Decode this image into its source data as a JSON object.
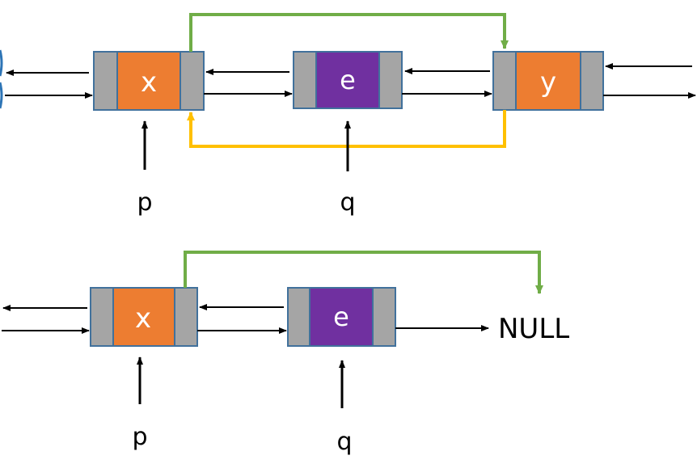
{
  "colors": {
    "node_orange": "#ED7D31",
    "node_purple": "#7030A0",
    "pointer_cell": "#A5A5A5",
    "cell_border": "#41719C",
    "green_link": "#70AD47",
    "yellow_link": "#FFC000",
    "arrow": "#000000",
    "node_text": "#ffffff"
  },
  "top": {
    "nodes": [
      {
        "label": "x",
        "color": "orange"
      },
      {
        "label": "e",
        "color": "purple"
      },
      {
        "label": "y",
        "color": "orange"
      }
    ],
    "pointers": {
      "p": "p",
      "q": "q"
    }
  },
  "bottom": {
    "nodes": [
      {
        "label": "x",
        "color": "orange"
      },
      {
        "label": "e",
        "color": "purple"
      }
    ],
    "null_label": "NULL",
    "pointers": {
      "p": "p",
      "q": "q"
    }
  }
}
